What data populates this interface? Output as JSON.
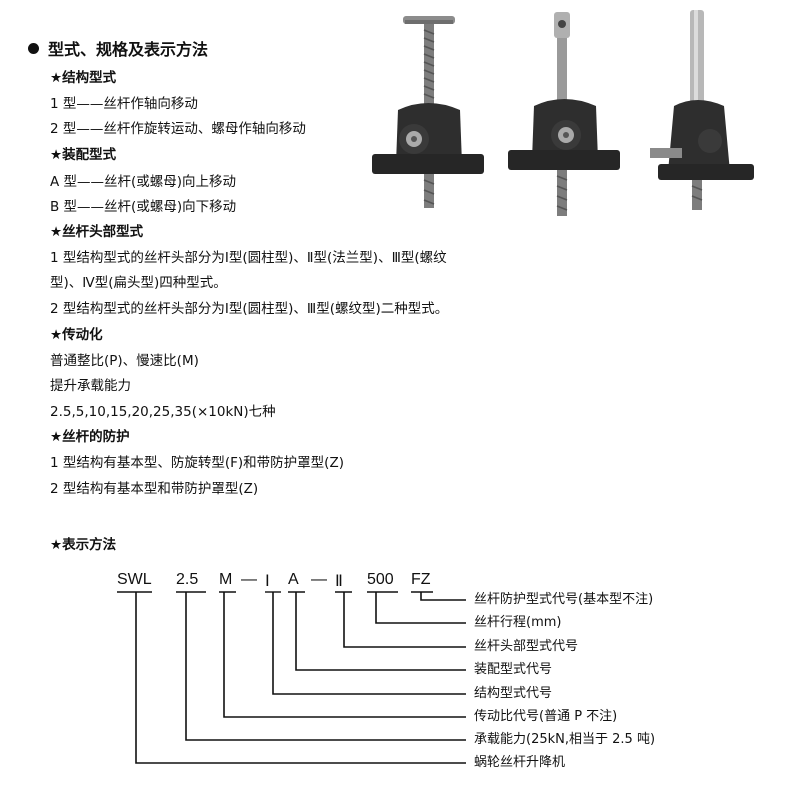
{
  "heading": "型式、规格及表示方法",
  "lines": [
    {
      "text": "★结构型式",
      "star": true
    },
    {
      "text": "1 型——丝杆作轴向移动",
      "star": false
    },
    {
      "text": "2 型——丝杆作旋转运动、螺母作轴向移动",
      "star": false
    },
    {
      "text": "★装配型式",
      "star": true
    },
    {
      "text": "A 型——丝杆(或螺母)向上移动",
      "star": false
    },
    {
      "text": "B 型——丝杆(或螺母)向下移动",
      "star": false
    },
    {
      "text": "★丝杆头部型式",
      "star": true
    },
    {
      "text": "1 型结构型式的丝杆头部分为Ⅰ型(圆柱型)、Ⅱ型(法兰型)、Ⅲ型(螺纹",
      "star": false
    },
    {
      "text": "型)、Ⅳ型(扁头型)四种型式。",
      "star": false
    },
    {
      "text": "2 型结构型式的丝杆头部分为Ⅰ型(圆柱型)、Ⅲ型(螺纹型)二种型式。",
      "star": false
    },
    {
      "text": "★传动化",
      "star": true
    },
    {
      "text": "普通整比(P)、慢速比(M)",
      "star": false
    },
    {
      "text": "提升承载能力",
      "star": false
    },
    {
      "text": "2.5,5,10,15,20,25,35(×10kN)七种",
      "star": false
    },
    {
      "text": "★丝杆的防护",
      "star": true
    },
    {
      "text": "1 型结构有基本型、防旋转型(F)和带防护罩型(Z)",
      "star": false
    },
    {
      "text": "2 型结构有基本型和带防护罩型(Z)",
      "star": false
    }
  ],
  "notation": {
    "title": "★表示方法",
    "codes": [
      "SWL",
      "2.5",
      "M",
      "—",
      "Ⅰ",
      "A",
      "—",
      "Ⅱ",
      "500",
      "FZ"
    ],
    "legend": [
      "丝杆防护型式代号(基本型不注)",
      "丝杆行程(mm)",
      "丝杆头部型式代号",
      "装配型式代号",
      "结构型式代号",
      "传动比代号(普通 P 不注)",
      "承载能力(25kN,相当于 2.5 吨)",
      "蜗轮丝杆升降机"
    ]
  },
  "colors": {
    "text": "#111111",
    "housing": "#2a2a2a",
    "shaft": "#9a9a9a"
  }
}
